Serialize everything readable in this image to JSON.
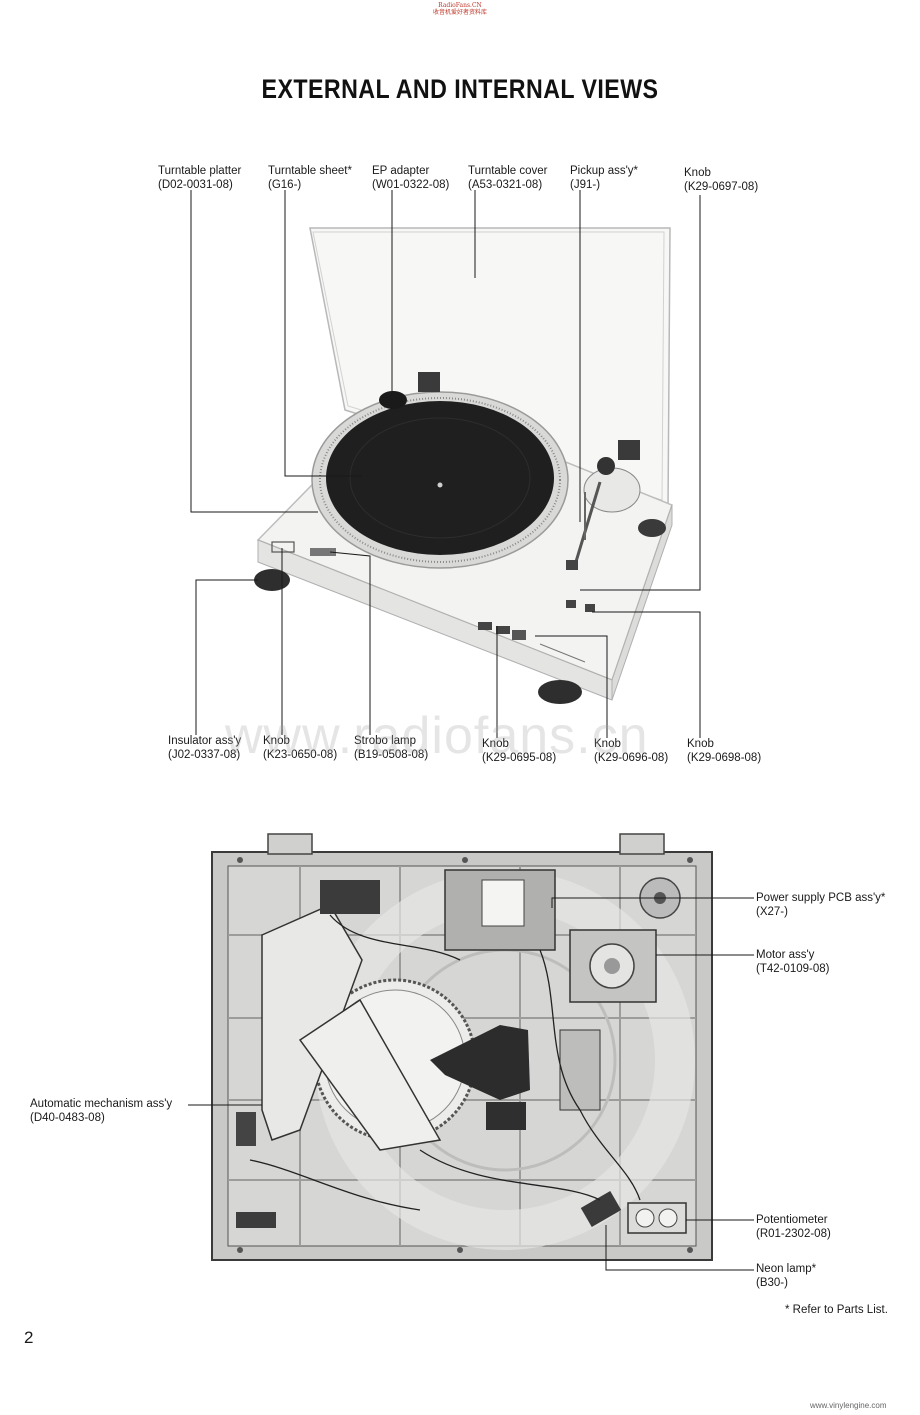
{
  "header": {
    "site": "RadioFans.CN",
    "subtitle": "收音机爱好者资料库"
  },
  "title": "EXTERNAL AND INTERNAL VIEWS",
  "external_labels": [
    {
      "name": "Turntable platter",
      "code": "(D02-0031-08)"
    },
    {
      "name": "Turntable sheet*",
      "code": "(G16-)"
    },
    {
      "name": "EP adapter",
      "code": "(W01-0322-08)"
    },
    {
      "name": "Turntable cover",
      "code": "(A53-0321-08)"
    },
    {
      "name": "Pickup ass'y*",
      "code": "(J91-)"
    },
    {
      "name": "Knob",
      "code": "(K29-0697-08)"
    },
    {
      "name": "Insulator ass'y",
      "code": "(J02-0337-08)"
    },
    {
      "name": "Knob",
      "code": "(K23-0650-08)"
    },
    {
      "name": "Strobo lamp",
      "code": "(B19-0508-08)"
    },
    {
      "name": "Knob",
      "code": "(K29-0695-08)"
    },
    {
      "name": "Knob",
      "code": "(K29-0696-08)"
    },
    {
      "name": "Knob",
      "code": "(K29-0698-08)"
    }
  ],
  "internal_labels": [
    {
      "name": "Power supply PCB ass'y*",
      "code": "(X27-)"
    },
    {
      "name": "Motor ass'y",
      "code": "(T42-0109-08)"
    },
    {
      "name": "Automatic mechanism ass'y",
      "code": "(D40-0483-08)"
    },
    {
      "name": "Potentiometer",
      "code": "(R01-2302-08)"
    },
    {
      "name": "Neon lamp*",
      "code": "(B30-)"
    }
  ],
  "watermark": "www.radiofans.cn",
  "footnote": "* Refer to Parts List.",
  "page_number": "2",
  "footer_url": "www.vinylengine.com"
}
